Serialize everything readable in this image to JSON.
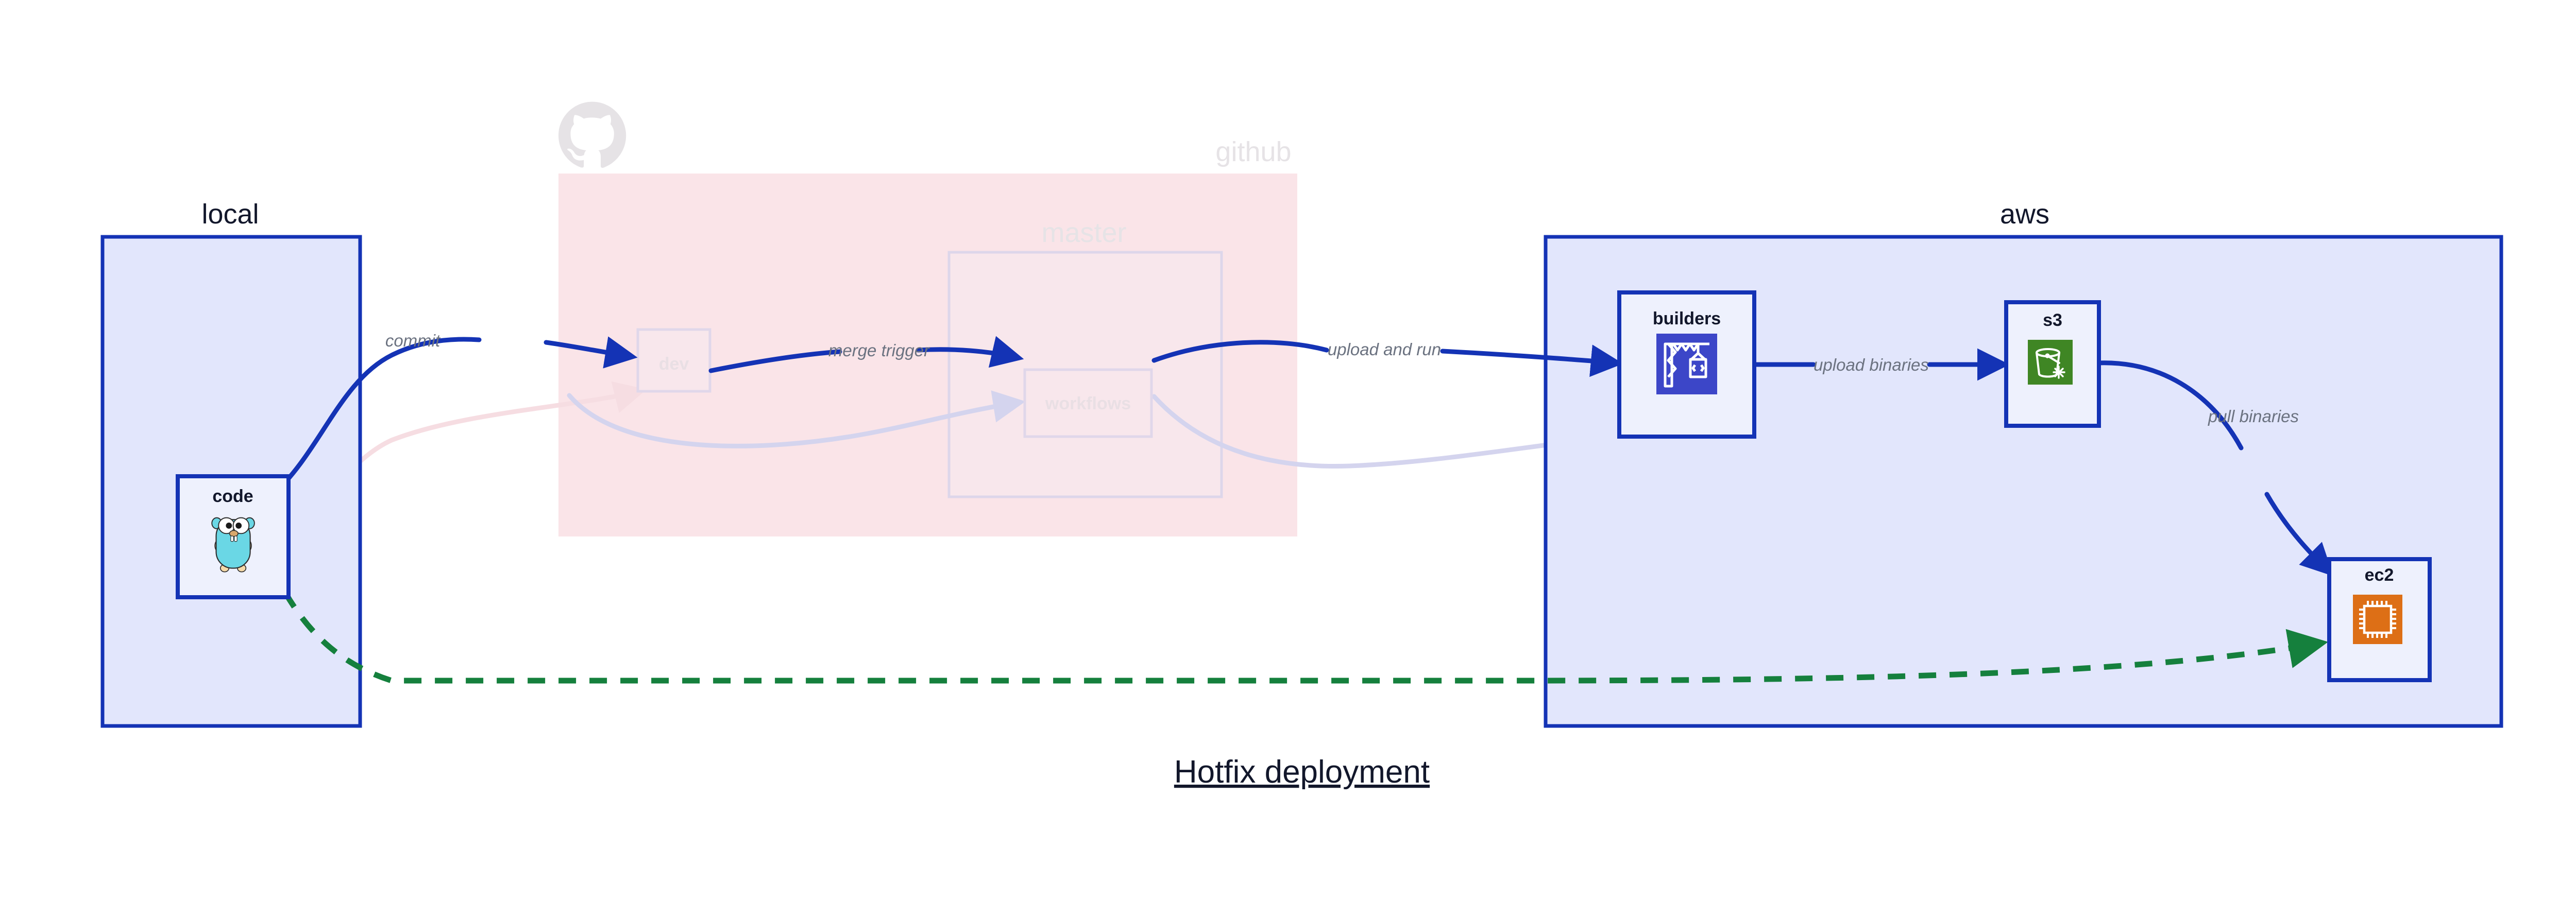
{
  "diagram": {
    "title": "Hotfix deployment",
    "zones": [
      {
        "id": "local",
        "label": "local",
        "style": "solid"
      },
      {
        "id": "github",
        "label": "github",
        "style": "faded"
      },
      {
        "id": "aws",
        "label": "aws",
        "style": "solid"
      }
    ],
    "subgroups": [
      {
        "id": "master",
        "label": "master",
        "zone": "github",
        "style": "faded"
      }
    ],
    "nodes": [
      {
        "id": "code",
        "label": "code",
        "zone": "local",
        "icon": "go-gopher-icon",
        "style": "solid"
      },
      {
        "id": "dev",
        "label": "dev",
        "zone": "github",
        "icon": "none",
        "style": "faded"
      },
      {
        "id": "workflows",
        "label": "workflows",
        "zone": "master",
        "icon": "none",
        "style": "faded"
      },
      {
        "id": "builders",
        "label": "builders",
        "zone": "aws",
        "icon": "aws-codebuild-icon",
        "style": "solid"
      },
      {
        "id": "s3",
        "label": "s3",
        "zone": "aws",
        "icon": "aws-s3-bucket-icon",
        "style": "solid"
      },
      {
        "id": "ec2",
        "label": "ec2",
        "zone": "aws",
        "icon": "aws-ec2-chip-icon",
        "style": "solid"
      }
    ],
    "edges": [
      {
        "id": "commit",
        "label": "commit",
        "from": "code",
        "to": "dev",
        "style": "solid-blue"
      },
      {
        "id": "merge-trigger",
        "label": "merge trigger",
        "from": "dev",
        "to": "workflows",
        "style": "solid-blue"
      },
      {
        "id": "upload-and-run",
        "label": "upload and run",
        "from": "workflows",
        "to": "builders",
        "style": "solid-blue"
      },
      {
        "id": "upload-binaries",
        "label": "upload binaries",
        "from": "builders",
        "to": "s3",
        "style": "solid-blue"
      },
      {
        "id": "pull-binaries",
        "label": "pull binaries",
        "from": "s3",
        "to": "ec2",
        "style": "solid-blue"
      },
      {
        "id": "hotfix-direct",
        "label": "",
        "from": "code",
        "to": "ec2",
        "style": "dashed-green"
      }
    ],
    "colors": {
      "accent_blue": "#1433b5",
      "zone_fill_blue": "#e2e6fc",
      "zone_fill_pink": "#fae4e8",
      "node_fill": "#eef1fd",
      "dashed_green": "#15803d",
      "edge_label_gray": "#6b7280",
      "icon_codebuild_purple": "#3c46c8",
      "icon_s3_green": "#3f8624",
      "icon_ec2_orange": "#dd6f16",
      "icon_gopher_cyan": "#6ad7e5",
      "ghost_gray": "#e6e3e6"
    }
  }
}
